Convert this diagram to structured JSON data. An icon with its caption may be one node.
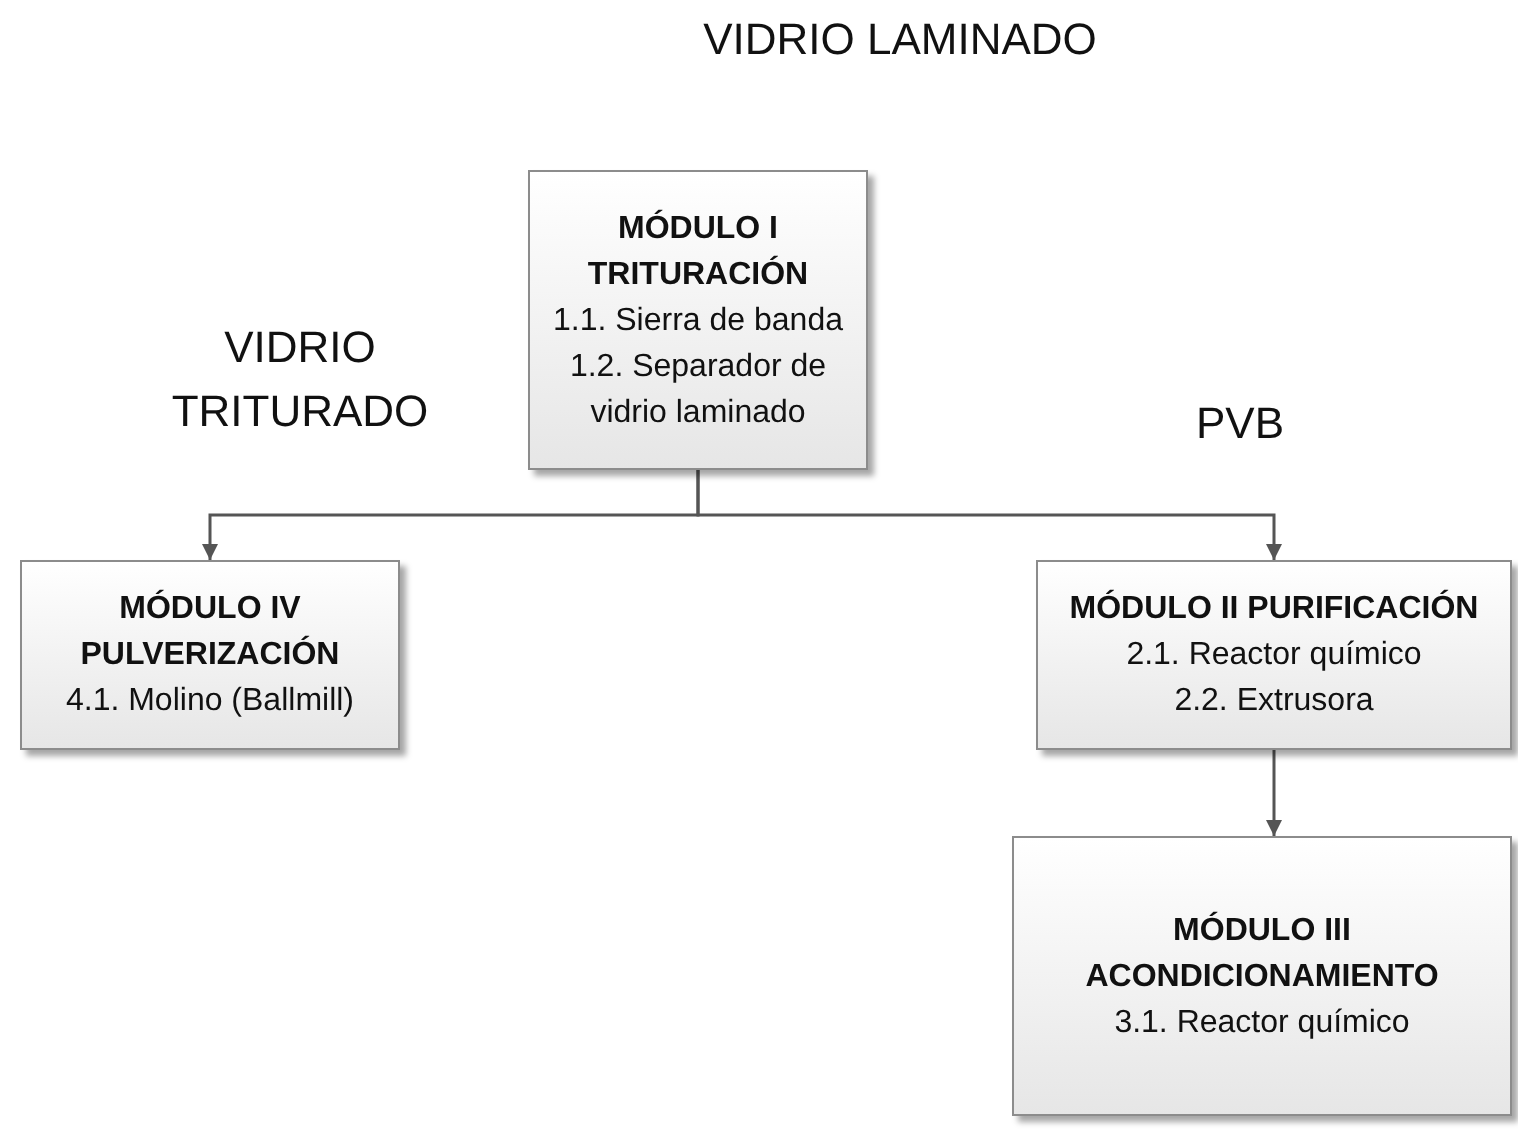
{
  "diagram": {
    "nodes": [
      {
        "text": [
          "MÓDULO I TRITURACIÓN",
          "1.1. Sierra de banda",
          "1.2. Separador de vidrio laminado"
        ]
      },
      {
        "text": [
          "MÓDULO IV PULVERIZACIÓN",
          "4.1. Molino (Ballmill)"
        ]
      },
      {
        "text": [
          "MÓDULO II PURIFICACIÓN",
          "2.1. Reactor químico",
          "2.2. Extrusora"
        ]
      },
      {
        "text": [
          "MÓDULO III ACONDICIONAMIENTO",
          "3.1. Reactor químico"
        ]
      }
    ],
    "edges": [
      {
        "from": 0,
        "to": 1,
        "arrow": "to"
      },
      {
        "from": 0,
        "to": 2,
        "arrow": "to"
      },
      {
        "from": 2,
        "to": 3,
        "arrow": "to"
      }
    ],
    "labels": [
      "VIDRIO LAMINADO",
      "VIDRIO TRITURADO",
      "PVB"
    ]
  }
}
